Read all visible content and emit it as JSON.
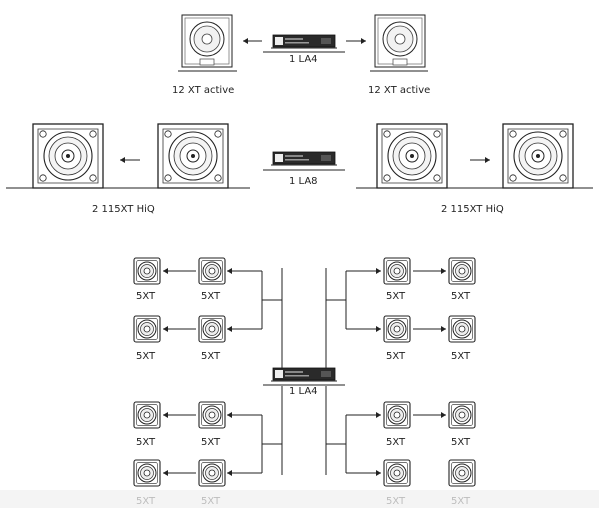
{
  "labels": {
    "amp_top": "1 LA4",
    "amp_middle": "1 LA8",
    "amp_bottom": "1 LA4",
    "speaker_12xt": "12 XT active",
    "speaker_115xt": "2 115XT HiQ",
    "speaker_5xt": "5XT"
  },
  "colors": {
    "line": "#222222",
    "speaker_face": "#ffffff",
    "speaker_dark": "#1a1a1a"
  }
}
